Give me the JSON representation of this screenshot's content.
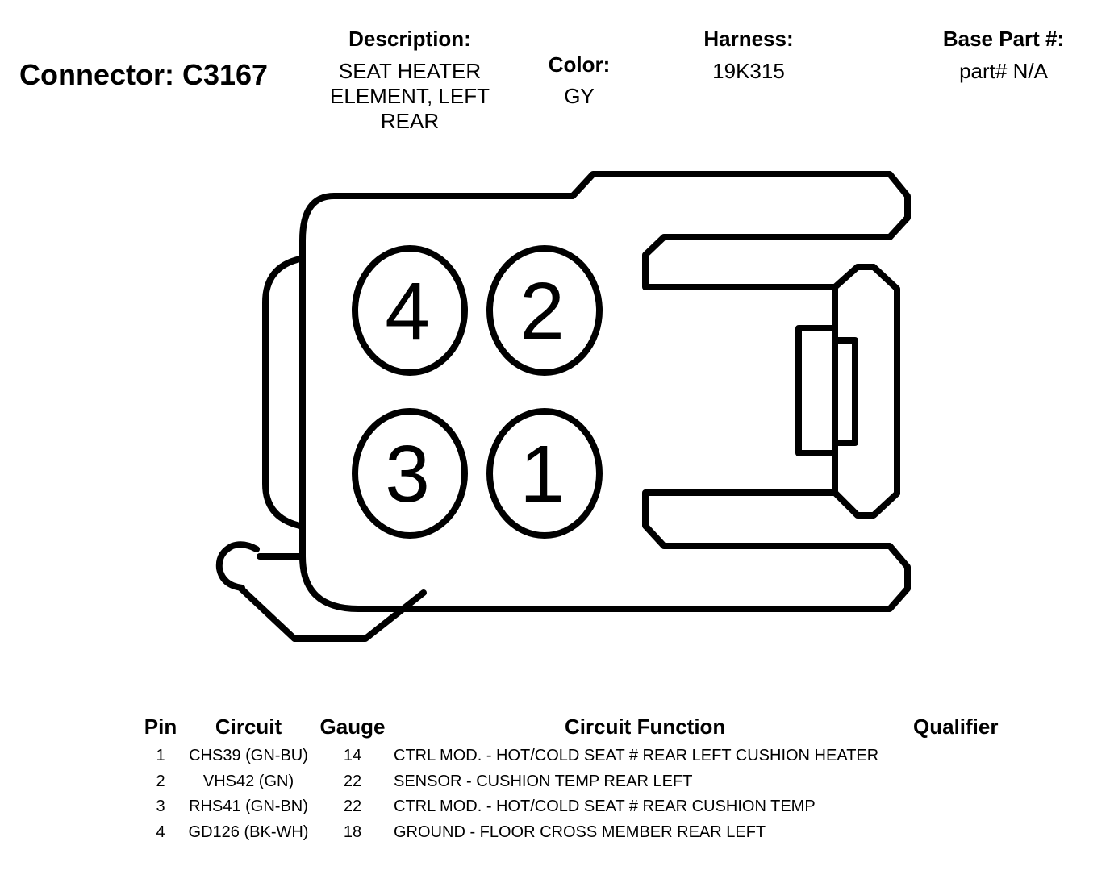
{
  "connector": {
    "label": "Connector: C3167"
  },
  "header": {
    "description_label": "Description:",
    "description_value": "SEAT HEATER ELEMENT, LEFT REAR",
    "color_label": "Color:",
    "color_value": "GY",
    "harness_label": "Harness:",
    "harness_value": "19K315",
    "base_part_label": "Base Part #:",
    "base_part_value": "part# N/A"
  },
  "pins": [
    "4",
    "2",
    "3",
    "1"
  ],
  "table": {
    "headers": {
      "pin": "Pin",
      "circuit": "Circuit",
      "gauge": "Gauge",
      "function": "Circuit Function",
      "qualifier": "Qualifier"
    },
    "rows": [
      {
        "pin": "1",
        "circuit": "CHS39 (GN-BU)",
        "gauge": "14",
        "function": "CTRL MOD. - HOT/COLD SEAT # REAR LEFT CUSHION HEATER",
        "qualifier": ""
      },
      {
        "pin": "2",
        "circuit": "VHS42 (GN)",
        "gauge": "22",
        "function": "SENSOR - CUSHION TEMP REAR LEFT",
        "qualifier": ""
      },
      {
        "pin": "3",
        "circuit": "RHS41 (GN-BN)",
        "gauge": "22",
        "function": "CTRL MOD. - HOT/COLD SEAT # REAR CUSHION TEMP",
        "qualifier": ""
      },
      {
        "pin": "4",
        "circuit": "GD126 (BK-WH)",
        "gauge": "18",
        "function": "GROUND - FLOOR CROSS MEMBER REAR LEFT",
        "qualifier": ""
      }
    ]
  }
}
